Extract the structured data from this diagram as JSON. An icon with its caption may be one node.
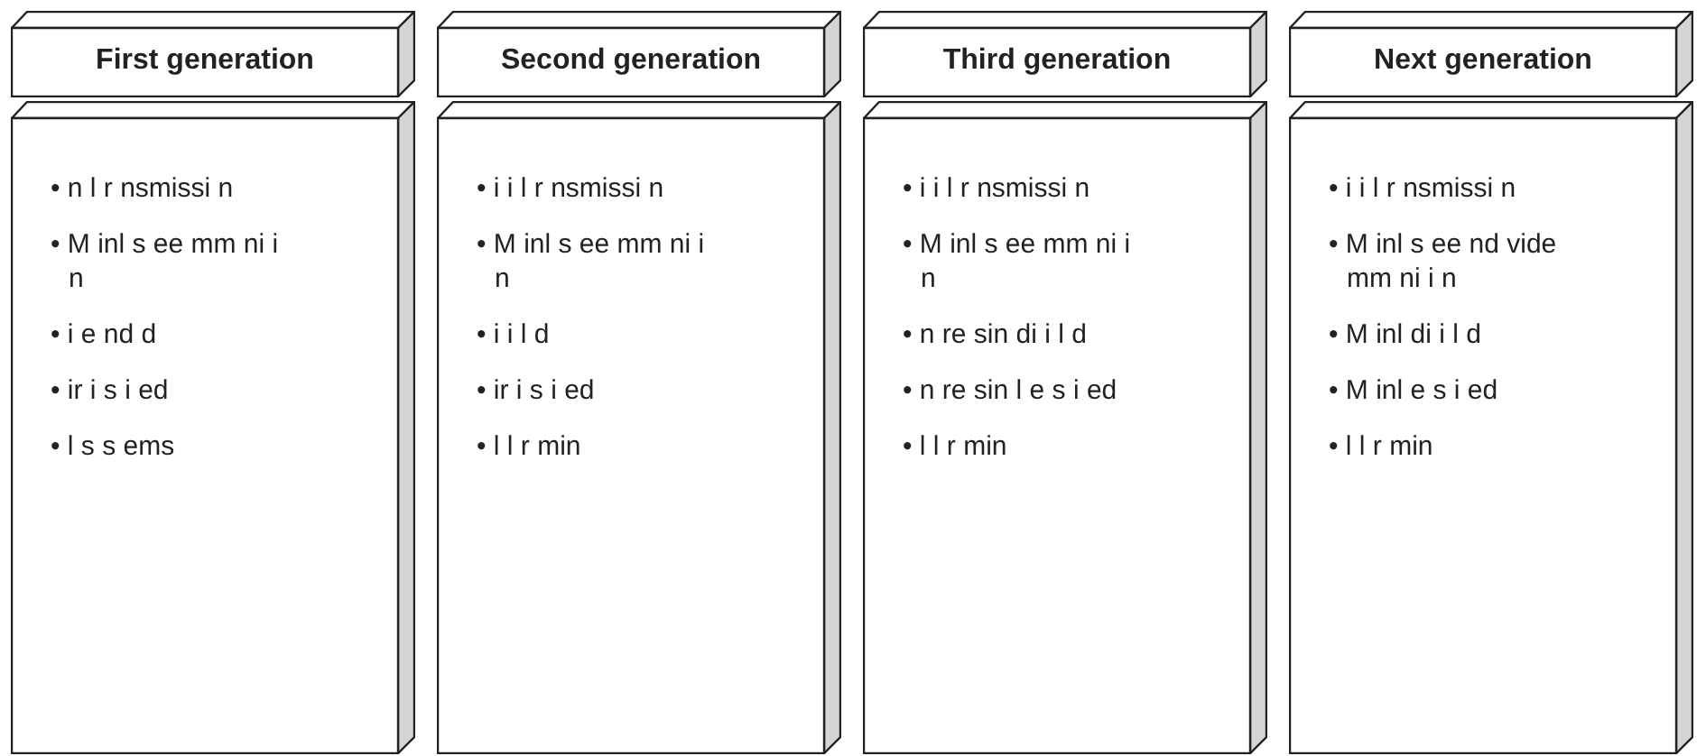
{
  "diagram": {
    "nodes": [
      {
        "text": [
          "First generation"
        ]
      },
      {
        "text": [
          "• n l r nsmissi n",
          "• M inl s ee mm ni i n",
          "• i e nd d",
          "• ir i s i ed",
          "• l s s ems"
        ]
      },
      {
        "text": [
          "Second generation"
        ]
      },
      {
        "text": [
          "• i i l r nsmissi n",
          "• M inl s ee mm ni i n",
          "• i i l d",
          "• ir i s i ed",
          "• l l r min"
        ]
      },
      {
        "text": [
          "Third generation"
        ]
      },
      {
        "text": [
          "• i i l r nsmissi n",
          "• M inl s ee mm ni i n",
          "• n re sin di i l d",
          "• n re sin l e s i ed",
          "• l l r min"
        ]
      },
      {
        "text": [
          "Next generation"
        ]
      },
      {
        "text": [
          "• i i l r nsmissi n",
          "• M inl s ee nd vide mm ni i n",
          "• M inl di i l d",
          "• M inl e s i ed",
          "• l l r min"
        ]
      }
    ]
  }
}
